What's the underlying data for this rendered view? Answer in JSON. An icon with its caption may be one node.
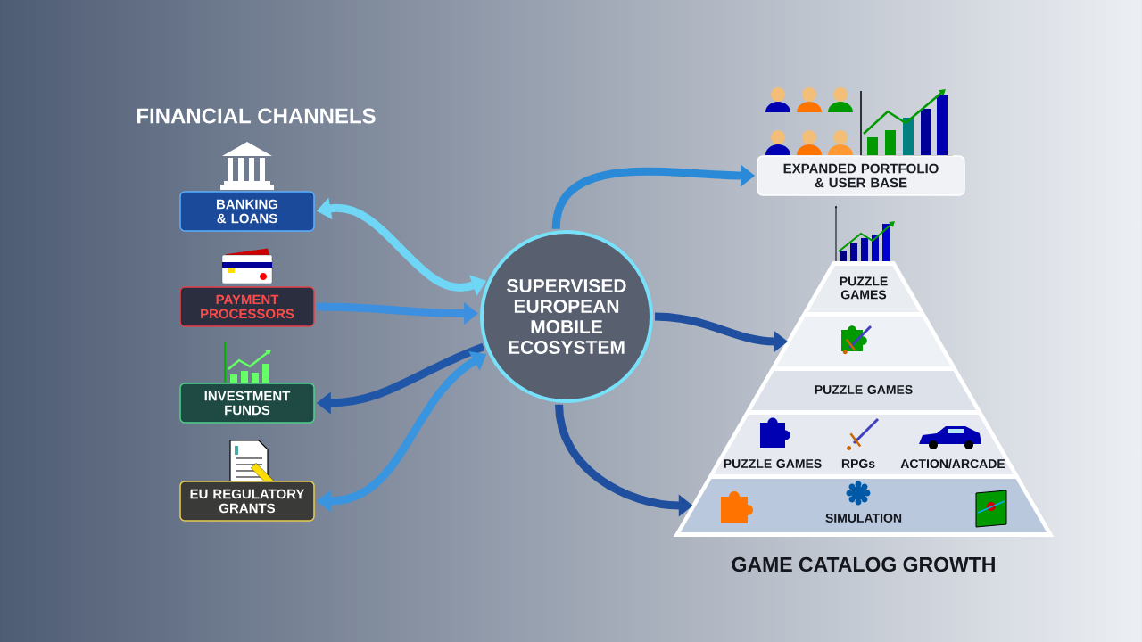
{
  "diagram": {
    "nodes": [
      {
        "text": [
          "BANKING & LOANS"
        ]
      },
      {
        "text": [
          "PAYMENT PROCESSORS"
        ]
      },
      {
        "text": [
          "INVESTMENT FUNDS"
        ]
      },
      {
        "text": [
          "EU REGULATORY GRANTS"
        ]
      },
      {
        "text": [
          "SUPERVISED EUROPEAN MOBILE ECOSYSTEM"
        ]
      },
      {
        "text": [
          "EXPANDED PORTFOLIO & USER BASE"
        ]
      },
      {
        "text": [
          "GAME CATALOG GROWTH"
        ]
      },
      {
        "text": [
          "PUZZLE GAMES"
        ],
        "in": 6
      },
      {
        "text": [],
        "shape": "box",
        "in": 6
      },
      {
        "text": [
          "PUZZLE GAMES"
        ],
        "in": 6
      },
      {
        "text": [
          "PUZZLE GAMES",
          "RPGs",
          "ACTION/ARCADE"
        ],
        "in": 6
      },
      {
        "text": [
          "SIMULATION"
        ],
        "in": 6
      }
    ],
    "edges": [
      {
        "from": 0,
        "to": 4,
        "arrow": "both",
        "color": "#6fd6f5"
      },
      {
        "from": 1,
        "to": 4,
        "arrow": "to",
        "color": "#3d8fe0"
      },
      {
        "from": 4,
        "to": 2,
        "arrow": "to",
        "color": "#1f56a8"
      },
      {
        "from": 3,
        "to": 4,
        "arrow": "both",
        "color": "#3a95e0"
      },
      {
        "from": 4,
        "to": 5,
        "arrow": "to",
        "color": "#2a8ad8"
      },
      {
        "from": 4,
        "to": 8,
        "arrow": "to",
        "color": "#1f4f9e"
      },
      {
        "from": 4,
        "to": 11,
        "arrow": "to",
        "color": "#1f4f9e"
      }
    ],
    "labels": [
      "FINANCIAL CHANNELS"
    ]
  }
}
